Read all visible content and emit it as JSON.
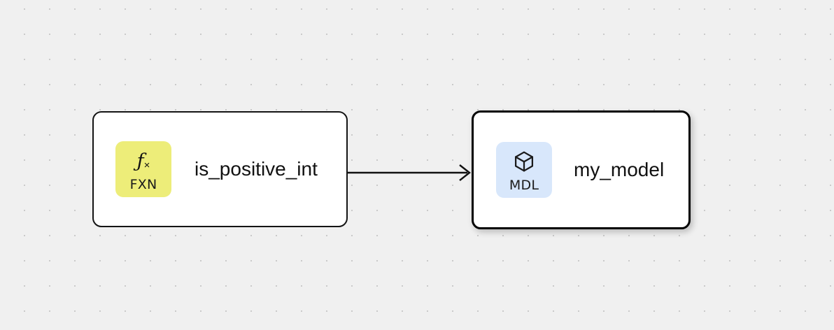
{
  "canvas": {
    "background_color": "#f0f0f0",
    "dot_color": "#bdbdbd",
    "dot_spacing": 36
  },
  "nodes": [
    {
      "id": "is_positive_int",
      "title": "is_positive_int",
      "badge_kind": "FXN",
      "badge_label": "FXN",
      "badge_icon": "function-fx-icon",
      "badge_color": "#eded79",
      "selected": false
    },
    {
      "id": "my_model",
      "title": "my_model",
      "badge_kind": "MDL",
      "badge_label": "MDL",
      "badge_icon": "cube-icon",
      "badge_color": "#d8e7fb",
      "selected": true
    }
  ],
  "edges": [
    {
      "id": "edge-fxn-to-mdl",
      "source": "is_positive_int",
      "target": "my_model",
      "arrowhead": "open-chevron",
      "color": "#111111"
    }
  ],
  "glyphs": {
    "fx_main": "ƒ",
    "fx_sub": "×"
  }
}
